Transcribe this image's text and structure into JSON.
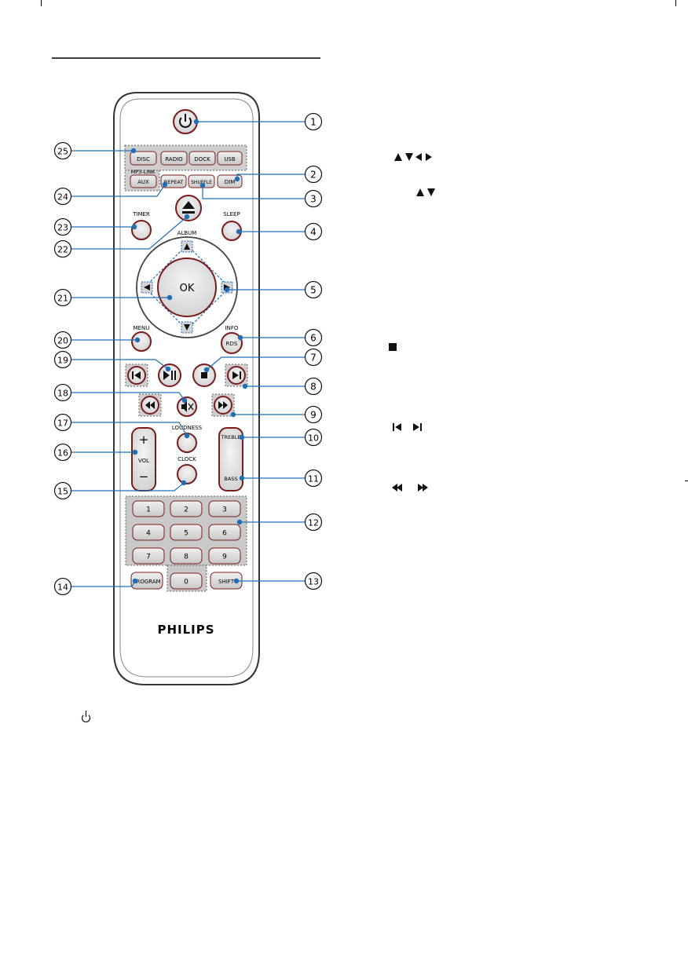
{
  "remote": {
    "brand": "PHILIPS",
    "colors": {
      "body": "#ffffff",
      "outline": "#333333",
      "button_rim": "#7a1c1c",
      "group_fill": "#c9c9c9",
      "group_border": "#777777",
      "callout_dot": "#1f6fb8",
      "callout_line": "#1f6fb8"
    },
    "buttons": {
      "power": "power-icon",
      "disc": "DISC",
      "radio": "RADIO",
      "dock": "DOCK",
      "usb": "USB",
      "mp3_link": "MP3-LINK",
      "aux": "AUX",
      "repeat": "REPEAT",
      "shuffle": "SHUFFLE",
      "dim": "DIM",
      "timer": "TIMER",
      "eject": "eject-icon",
      "sleep": "SLEEP",
      "album": "ALBUM",
      "ok": "OK",
      "menu": "MENU",
      "info": "INFO",
      "rds": "RDS",
      "loudness": "LOUDNESS",
      "vol": "VOL",
      "vol_plus": "+",
      "vol_minus": "−",
      "clock": "CLOCK",
      "treble": "TREBLE",
      "bass": "BASS",
      "program": "PROGRAM",
      "shift": "SHIFT",
      "digits": [
        "1",
        "2",
        "3",
        "4",
        "5",
        "6",
        "7",
        "8",
        "9",
        "0"
      ]
    }
  },
  "callouts": [
    "1",
    "2",
    "3",
    "4",
    "5",
    "6",
    "7",
    "8",
    "9",
    "10",
    "11",
    "12",
    "13",
    "14",
    "15",
    "16",
    "17",
    "18",
    "19",
    "20",
    "21",
    "22",
    "23",
    "24",
    "25"
  ],
  "side_icons": {
    "nav_arrows": "arrow-up-down-left-right-icons",
    "album_arrows": "arrow-up-down-icons",
    "stop": "stop-icon",
    "skip": "skip-prev-next-icons",
    "search": "rewind-forward-icons",
    "footer_power": "power-icon"
  }
}
